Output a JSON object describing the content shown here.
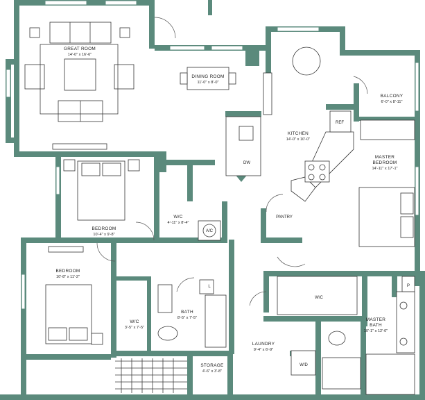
{
  "wall_color": "#5b8a7c",
  "rooms": {
    "great_room": {
      "name": "GREAT ROOM",
      "dims": "14'-0\" x 16'-6\""
    },
    "dining_room": {
      "name": "DINING ROOM",
      "dims": "11'-0\" x 8'-0\""
    },
    "balcony": {
      "name": "BALCONY",
      "dims": "6'-0\" x 8'-11\""
    },
    "kitchen": {
      "name": "KITCHEN",
      "dims": "14'-0\" x 10'-0\""
    },
    "master_bedroom": {
      "name": "MASTER",
      "name2": "BEDROOM",
      "dims": "14'-11\" x 17'-1\""
    },
    "bedroom2": {
      "name": "BEDROOM",
      "dims": "10'-4\" x 9'-8\""
    },
    "wic_hall": {
      "name": "W/C",
      "dims": "4'-11\" x 8'-4\""
    },
    "bedroom3": {
      "name": "BEDROOM",
      "dims": "10'-8\" x 11'-2\""
    },
    "wic_bed3": {
      "name": "W/C",
      "dims": "3'-5\" x 7'-5\""
    },
    "bath": {
      "name": "BATH",
      "dims": "8'-5\" x 7'-5\""
    },
    "laundry": {
      "name": "LAUNDRY",
      "dims": "9'-4\" x 6'-9\""
    },
    "storage": {
      "name": "STORAGE",
      "dims": "4'-6\" x 3'-8\""
    },
    "master_bath": {
      "name": "MASTER",
      "name2": "BATH",
      "dims": "10'-1\" x 12'-0\""
    }
  },
  "labels": {
    "pantry": "PANTRY",
    "ref": "REF",
    "dw": "DW",
    "ac": "A/C",
    "wd": "W/D",
    "wic_master": "W/C",
    "linen_l": "L",
    "p": "P"
  }
}
